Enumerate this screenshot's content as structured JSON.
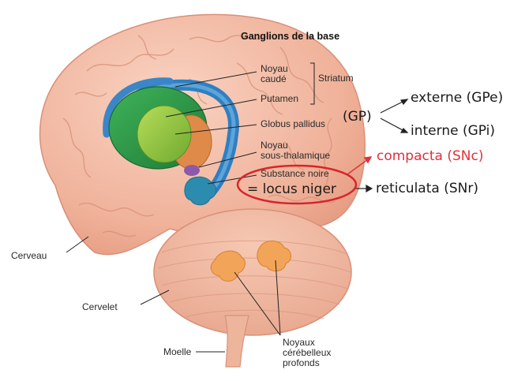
{
  "title": "Ganglions de la base",
  "labels": {
    "noyau_caude": [
      "Noyau",
      "caudé"
    ],
    "striatum": "Striatum",
    "putamen": "Putamen",
    "globus_pallidus": "Globus pallidus",
    "noyau_sous_thalamique": [
      "Noyau",
      "sous-thalamique"
    ],
    "substance_noire": "Substance noire",
    "cerveau": "Cerveau",
    "cervelet": "Cervelet",
    "moelle": "Moelle",
    "noyaux_cerebelleux": [
      "Noyaux",
      "cérébelleux",
      "profonds"
    ]
  },
  "annotations": {
    "gp": "(GP)",
    "externe": "externe (GPe)",
    "interne": "interne (GPi)",
    "locus_niger": "= locus niger",
    "compacta": "compacta (SNc)",
    "reticulata": "reticulata (SNr)"
  },
  "colors": {
    "compacta": "#e0303a",
    "circle": "#d8242c",
    "brain": "#f2b7a0",
    "caudate": "#3a86c8",
    "putamen": "#2f9e4a",
    "pallidus": "#8cc63f",
    "subthalamic": "#e08a4a",
    "substantia_nigra": "#2c8cb0",
    "deep_nuclei": "#f0a050"
  }
}
